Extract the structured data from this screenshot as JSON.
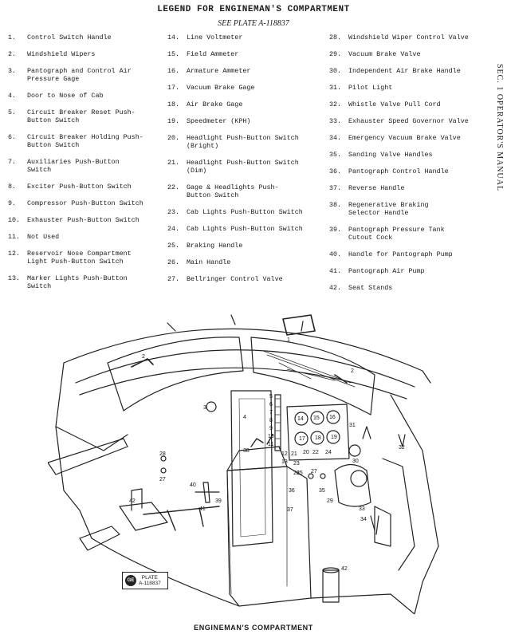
{
  "document": {
    "title": "LEGEND FOR ENGINEMAN'S COMPARTMENT",
    "subtitle": "SEE PLATE A-118837",
    "side_label": "SEC. 1  OPERATOR'S MANUAL",
    "caption": "ENGINEMAN'S COMPARTMENT",
    "plate": {
      "line1": "PLATE",
      "line2": "A-118837",
      "logo": "GE"
    }
  },
  "legend": {
    "col1": [
      {
        "num": "1.",
        "text": "Control Switch Handle"
      },
      {
        "num": "2.",
        "text": "Windshield Wipers"
      },
      {
        "num": "3.",
        "text": "Pantograph and Control Air\nPressure Gage"
      },
      {
        "num": "4.",
        "text": "Door to Nose of Cab"
      },
      {
        "num": "5.",
        "text": "Circuit Breaker Reset Push-\nButton Switch"
      },
      {
        "num": "6.",
        "text": "Circuit Breaker Holding Push-\nButton Switch"
      },
      {
        "num": "7.",
        "text": "Auxiliaries Push-Button\nSwitch"
      },
      {
        "num": "8.",
        "text": "Exciter Push-Button Switch"
      },
      {
        "num": "9.",
        "text": "Compressor Push-Button Switch"
      },
      {
        "num": "10.",
        "text": "Exhauster Push-Button Switch"
      },
      {
        "num": "11.",
        "text": "Not Used"
      },
      {
        "num": "12.",
        "text": "Reservoir Nose Compartment\nLight Push-Button Switch"
      },
      {
        "num": "13.",
        "text": "Marker Lights Push-Button\nSwitch"
      }
    ],
    "col2": [
      {
        "num": "14.",
        "text": "Line Voltmeter"
      },
      {
        "num": "15.",
        "text": "Field Ammeter"
      },
      {
        "num": "16.",
        "text": "Armature Ammeter"
      },
      {
        "num": "17.",
        "text": "Vacuum Brake Gage"
      },
      {
        "num": "18.",
        "text": "Air Brake Gage"
      },
      {
        "num": "19.",
        "text": "Speedmeter (KPH)"
      },
      {
        "num": "20.",
        "text": "Headlight Push-Button Switch\n(Bright)"
      },
      {
        "num": "21.",
        "text": "Headlight Push-Button Switch\n(Dim)"
      },
      {
        "num": "22.",
        "text": "Gage & Headlights Push-\nButton Switch"
      },
      {
        "num": "23.",
        "text": "Cab Lights Push-Button Switch"
      },
      {
        "num": "24.",
        "text": "Cab Lights Push-Button Switch"
      },
      {
        "num": "25.",
        "text": "Braking Handle"
      },
      {
        "num": "26.",
        "text": "Main Handle"
      },
      {
        "num": "27.",
        "text": "Bellringer Control Valve"
      }
    ],
    "col3": [
      {
        "num": "28.",
        "text": "Windshield Wiper Control Valve"
      },
      {
        "num": "29.",
        "text": "Vacuum Brake Valve"
      },
      {
        "num": "30.",
        "text": "Independent Air Brake Handle"
      },
      {
        "num": "31.",
        "text": "Pilot Light"
      },
      {
        "num": "32.",
        "text": "Whistle Valve Pull Cord"
      },
      {
        "num": "33.",
        "text": "Exhauster Speed Governor Valve"
      },
      {
        "num": "34.",
        "text": "Emergency Vacuum Brake Valve"
      },
      {
        "num": "35.",
        "text": "Sanding Valve Handles"
      },
      {
        "num": "36.",
        "text": "Pantograph Control Handle"
      },
      {
        "num": "37.",
        "text": "Reverse Handle"
      },
      {
        "num": "38.",
        "text": "Regenerative Braking\nSelector Handle"
      },
      {
        "num": "39.",
        "text": "Pantograph Pressure Tank\nCutout Cock"
      },
      {
        "num": "40.",
        "text": "Handle for Pantograph Pump"
      },
      {
        "num": "41.",
        "text": "Pantograph Air Pump"
      },
      {
        "num": "42.",
        "text": "Seat Stands"
      }
    ]
  },
  "callouts": [
    "1",
    "2",
    "2",
    "3",
    "4",
    "5",
    "6",
    "7",
    "8",
    "9",
    "10",
    "11",
    "12",
    "13",
    "14",
    "15",
    "16",
    "17",
    "18",
    "19",
    "20",
    "22",
    "24",
    "26",
    "27",
    "28",
    "27",
    "29",
    "30",
    "31",
    "32",
    "33",
    "34",
    "35",
    "36",
    "37",
    "38",
    "39",
    "40",
    "41",
    "42",
    "42",
    "25",
    "21",
    "23"
  ]
}
